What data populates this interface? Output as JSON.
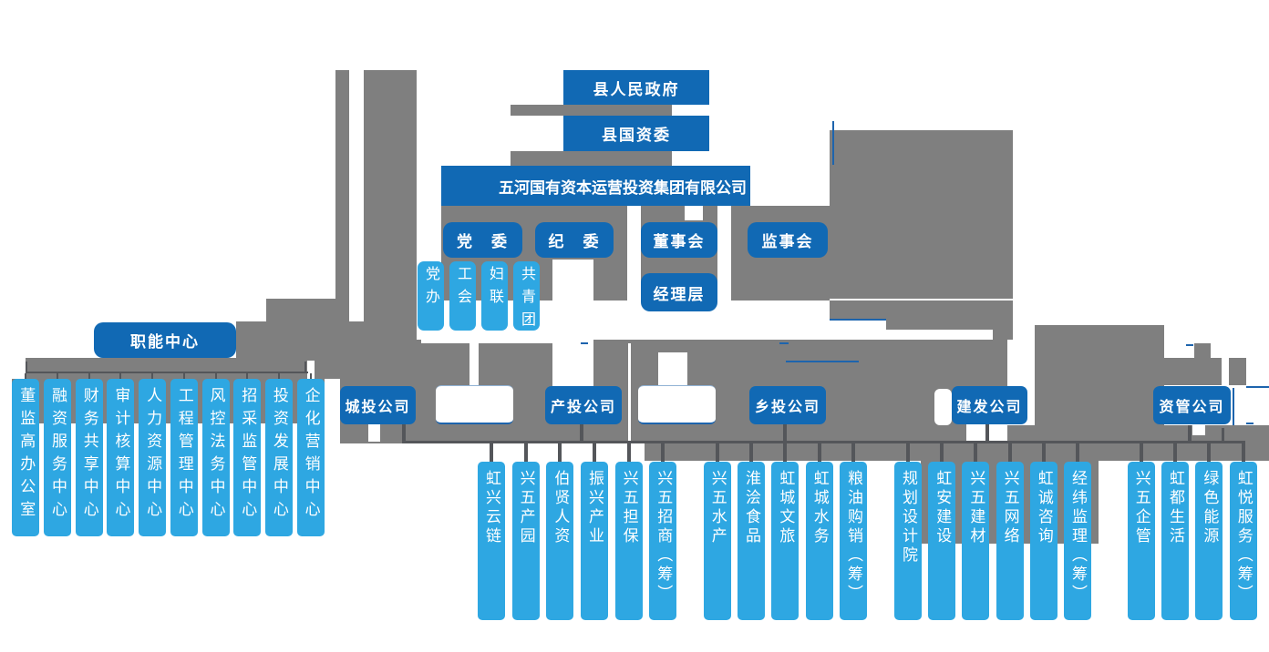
{
  "colors": {
    "box_dark": "#1169b4",
    "box_light": "#2ea7e2",
    "backdrop_gray": "#7f7f7f",
    "connector_dark": "#54565a",
    "connector_blue": "#1d64ad",
    "text_white": "#ffffff"
  },
  "nodes": {
    "government": "县人民政府",
    "sasac": "县国资委",
    "group_company": "五河国有资本运营投资集团有限公司",
    "governance": [
      "党　委",
      "纪　委",
      "董事会",
      "监事会"
    ],
    "party_organizations": [
      "党办",
      "工会",
      "妇联",
      "共青团"
    ],
    "management": "经理层",
    "functional_center": "职能中心",
    "functional_departments": [
      "董监高办公室",
      "融资服务中心",
      "财务共享中心",
      "审计核算中心",
      "人力资源中心",
      "工程管理中心",
      "风控法务中心",
      "招采监管中心",
      "投资发展中心",
      "企化营销中心"
    ],
    "companies": [
      "城投公司",
      "产投公司",
      "乡投公司",
      "建发公司",
      "资管公司"
    ],
    "subsidiary_groups": [
      [
        "虹兴云链",
        "兴五产园",
        "伯贤人资",
        "振兴产业",
        "兴五担保",
        "兴五招商（筹）"
      ],
      [
        "兴五水产",
        "淮浍食品",
        "虹城文旅",
        "虹城水务",
        "粮油购销（筹）"
      ],
      [
        "规划设计院",
        "虹安建设",
        "兴五建材",
        "兴五网络",
        "虹诚咨询",
        "经纬监理（筹）"
      ],
      [
        "兴五企管",
        "虹都生活",
        "绿色能源",
        "虹悦服务（筹）"
      ]
    ]
  }
}
